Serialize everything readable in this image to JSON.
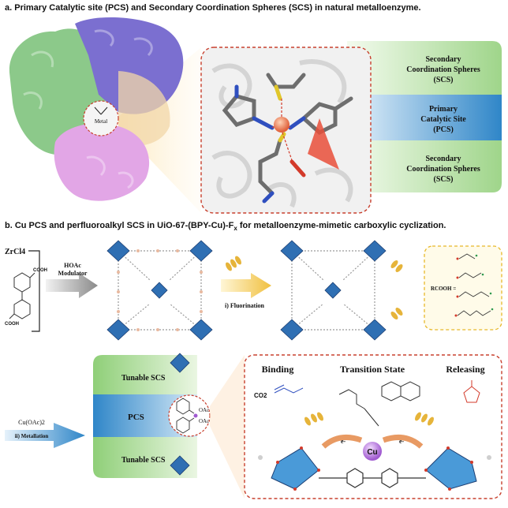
{
  "panel_a": {
    "heading": "a. Primary Catalytic site (PCS) and Secondary Coordination Spheres (SCS) in natural metalloenzyme.",
    "metal_label": "Metal",
    "bands": {
      "top_line1": "Secondary",
      "top_line2": "Coordination Spheres",
      "top_line3": "(SCS)",
      "mid_line1": "Primary",
      "mid_line2": "Catalytic Site",
      "mid_line3": "(PCS)",
      "bot_line1": "Secondary",
      "bot_line2": "Coordination Spheres",
      "bot_line3": "(SCS)"
    }
  },
  "panel_b": {
    "heading_main": "b. Cu PCS and perfluoroalkyl SCS in UiO-67-(BPY-Cu)-F",
    "heading_sub": "x",
    "heading_tail": " for metalloenzyme-mimetic carboxylic cyclization.",
    "zrcl4": "ZrCl4",
    "cooh_top": "COOH",
    "cooh_bottom": "COOH",
    "hoac": "HOAc",
    "modulator": "Modulator",
    "fluorination": "i) Fluorination",
    "rcooh": "RCOOH =",
    "cu_oac": "Cu(OAc)2",
    "metallation": "ii) Metallation",
    "tunable_scs_top": "Tunable SCS",
    "pcs": "PCS",
    "tunable_scs_bottom": "Tunable SCS",
    "oac1": "OAc",
    "oac2": "OAc",
    "binding": "Binding",
    "transition_state": "Transition State",
    "releasing": "Releasing",
    "co2": "CO2",
    "cu": "Cu",
    "electron_left": "e-",
    "electron_right": "e-"
  },
  "colors": {
    "green_band": "#b9dfa0",
    "blue_band": "#5aa6d6",
    "red_dash": "#d9412f",
    "yellow_dash": "#e8b82a",
    "protein_green": "#8cc98a",
    "protein_purple": "#7b6fd0",
    "protein_pink": "#e2a6e6",
    "cu_purple": "#a05ad0"
  }
}
